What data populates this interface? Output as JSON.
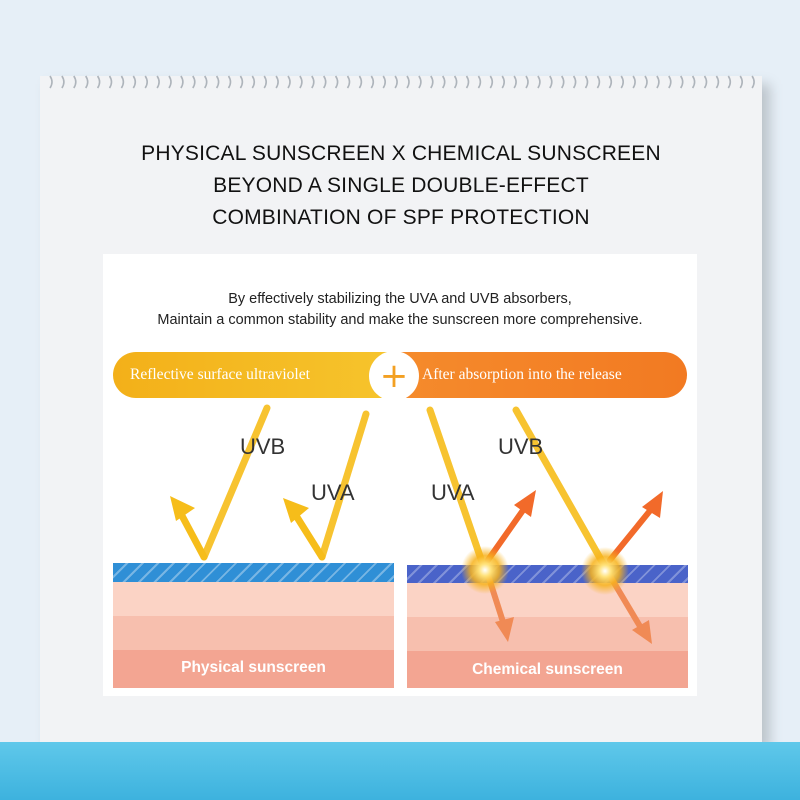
{
  "headline": {
    "line1": "PHYSICAL SUNSCREEN X CHEMICAL SUNSCREEN",
    "line2": "BEYOND A SINGLE DOUBLE-EFFECT",
    "line3": "COMBINATION OF SPF PROTECTION"
  },
  "description": {
    "line1": "By effectively stabilizing the UVA and UVB absorbers,",
    "line2": "Maintain a common stability and make the sunscreen more comprehensive."
  },
  "banner": {
    "left_label": "Reflective surface ultraviolet",
    "plus_symbol": "+",
    "right_label": "After absorption into the release"
  },
  "rays": {
    "physical_uvb": "UVB",
    "physical_uva": "UVA",
    "chemical_uva": "UVA",
    "chemical_uvb": "UVB"
  },
  "panels": {
    "physical_label": "Physical sunscreen",
    "chemical_label": "Chemical sunscreen"
  },
  "colors": {
    "yellow_ray": "#f6bd1a",
    "orange_ray": "#f26a2a",
    "physical_film": "#2f8fd6",
    "chemical_film": "#4a63c9",
    "skin_light": "#fbd3c5",
    "skin_mid": "#f7bfae",
    "skin_dark": "#f3a592",
    "bottom_band": "#46b9e2"
  }
}
